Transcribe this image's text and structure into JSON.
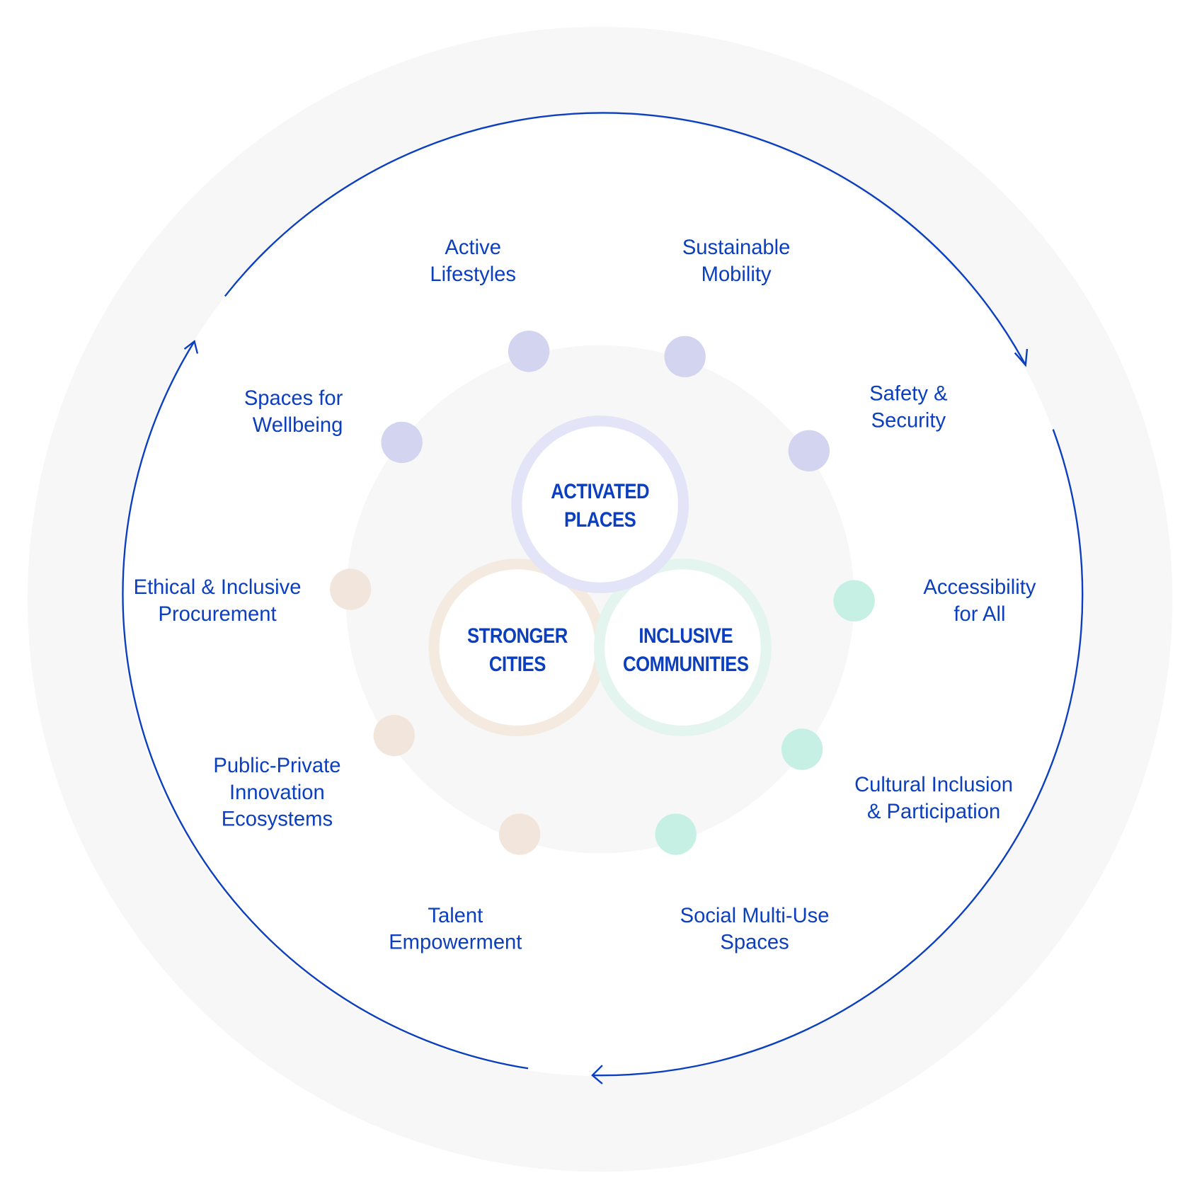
{
  "core": {
    "activated": "ACTIVATED\nPLACES",
    "stronger": "STRONGER\nCITIES",
    "inclusive": "INCLUSIVE\nCOMMUNITIES"
  },
  "pillars": {
    "active_lifestyles": "Active\nLifestyles",
    "sustainable_mobility": "Sustainable\nMobility",
    "safety_security": "Safety &\nSecurity",
    "spaces_wellbeing": "Spaces for\nWellbeing",
    "accessibility": "Accessibility\nfor All",
    "ethical_procurement": "Ethical & Inclusive\nProcurement",
    "public_private": "Public-Private\nInnovation\nEcosystems",
    "cultural_inclusion": "Cultural Inclusion\n& Participation",
    "talent": "Talent\nEmpowerment",
    "social_multiuse": "Social Multi-Use\nSpaces"
  },
  "colors": {
    "text_blue": "#0b3fbf",
    "purple_group": "#d3d4ef",
    "beige_group": "#f2e6dc",
    "teal_group": "#c7f0e4",
    "ring_gray": "#f7f7f7"
  }
}
